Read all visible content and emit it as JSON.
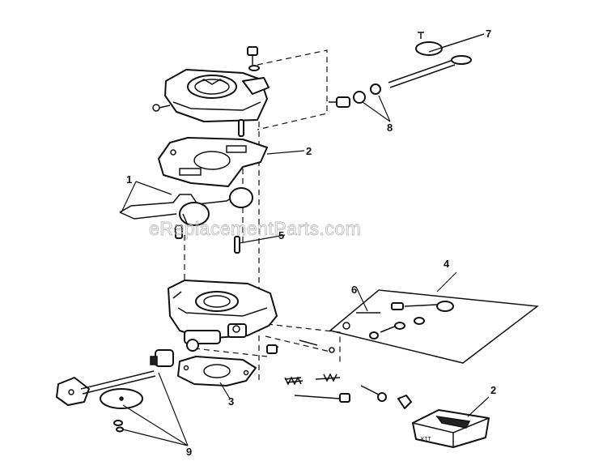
{
  "watermark": "eReplacementParts.com",
  "callouts": [
    {
      "id": "1",
      "label": "1"
    },
    {
      "id": "2a",
      "label": "2"
    },
    {
      "id": "2b",
      "label": "2"
    },
    {
      "id": "3",
      "label": "3"
    },
    {
      "id": "4",
      "label": "4"
    },
    {
      "id": "5",
      "label": "5"
    },
    {
      "id": "6",
      "label": "6"
    },
    {
      "id": "7",
      "label": "7"
    },
    {
      "id": "8",
      "label": "8"
    },
    {
      "id": "9",
      "label": "9"
    }
  ],
  "kit_box_text": "KIT"
}
